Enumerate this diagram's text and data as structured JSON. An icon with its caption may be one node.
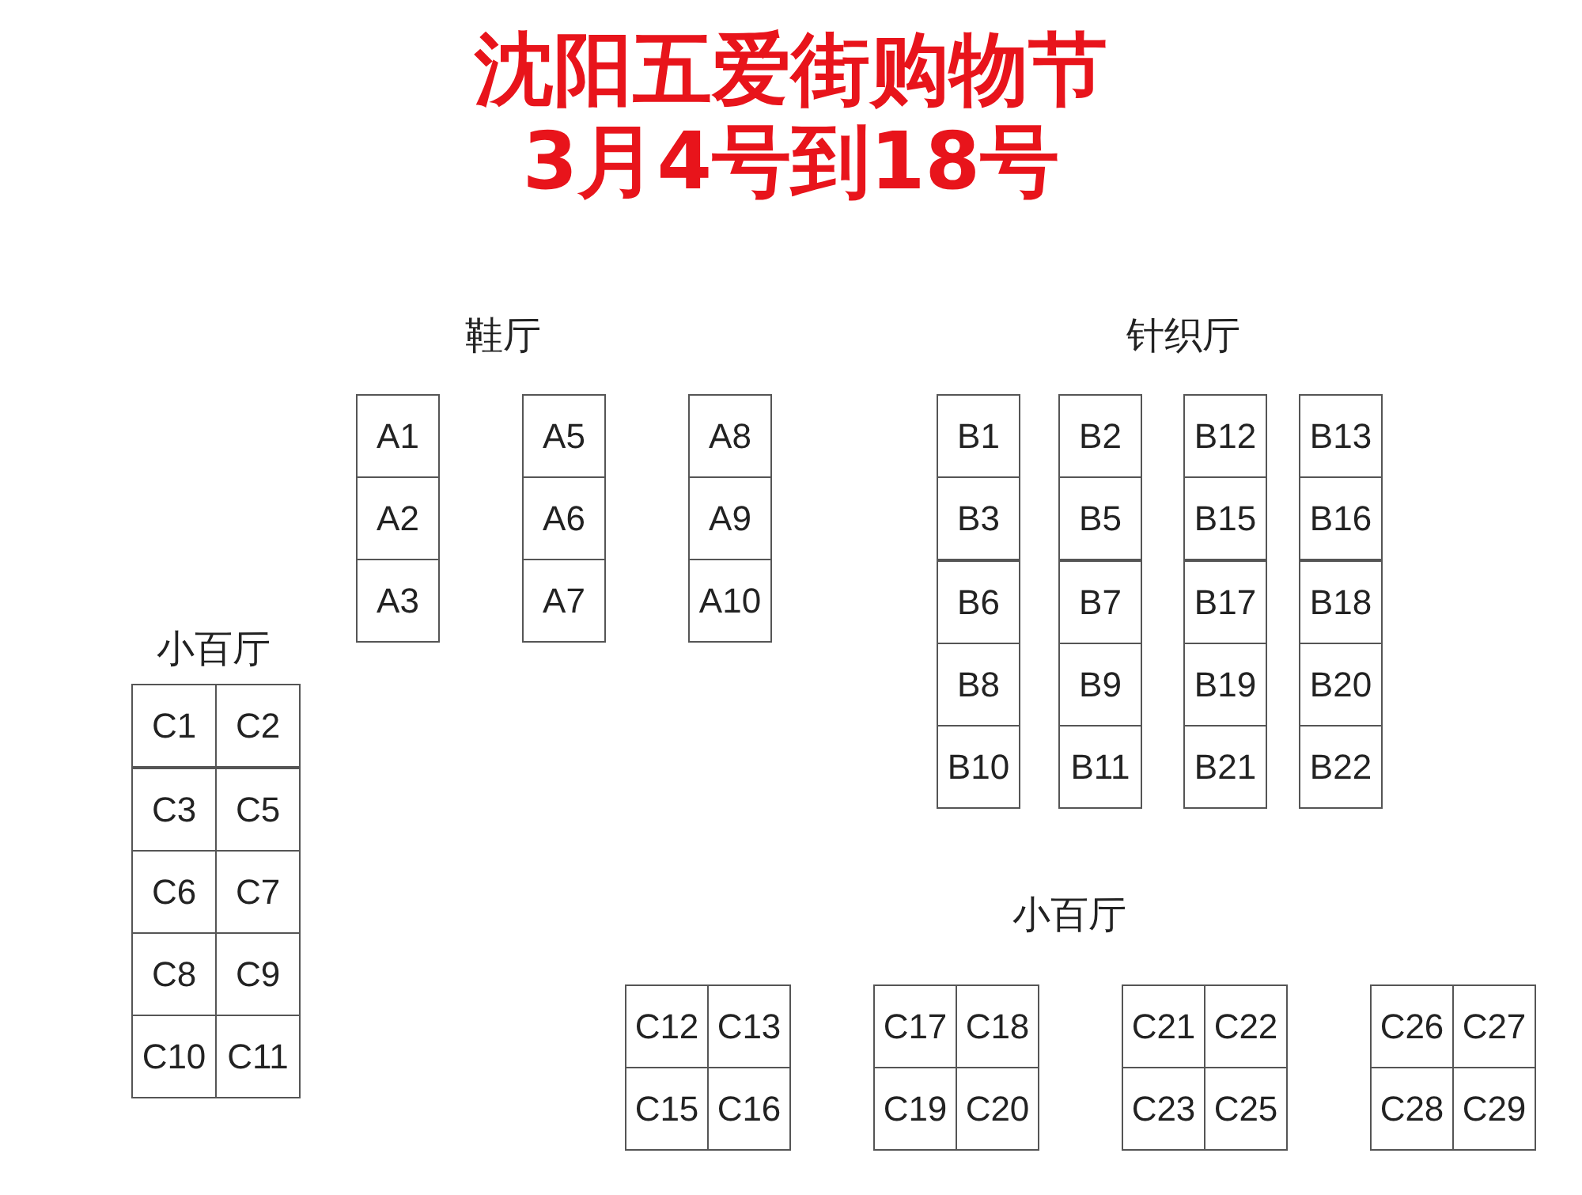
{
  "diagram": {
    "title": "沈阳五爱街购物节",
    "nodes": [
      {
        "text": [
          "A1"
        ]
      },
      {
        "text": [
          "A2"
        ]
      },
      {
        "text": [
          "A3"
        ]
      },
      {
        "text": [
          "A5"
        ]
      },
      {
        "text": [
          "A6"
        ]
      },
      {
        "text": [
          "A7"
        ]
      },
      {
        "text": [
          "A8"
        ]
      },
      {
        "text": [
          "A9"
        ]
      },
      {
        "text": [
          "A10"
        ]
      },
      {
        "text": [
          "B1"
        ]
      },
      {
        "text": [
          "B3"
        ]
      },
      {
        "text": [
          "B6"
        ]
      },
      {
        "text": [
          "B8"
        ]
      },
      {
        "text": [
          "B10"
        ]
      },
      {
        "text": [
          "B2"
        ]
      },
      {
        "text": [
          "B5"
        ]
      },
      {
        "text": [
          "B7"
        ]
      },
      {
        "text": [
          "B9"
        ]
      },
      {
        "text": [
          "B11"
        ]
      },
      {
        "text": [
          "B12"
        ]
      },
      {
        "text": [
          "B15"
        ]
      },
      {
        "text": [
          "B17"
        ]
      },
      {
        "text": [
          "B19"
        ]
      },
      {
        "text": [
          "B21"
        ]
      },
      {
        "text": [
          "B13"
        ]
      },
      {
        "text": [
          "B16"
        ]
      },
      {
        "text": [
          "B18"
        ]
      },
      {
        "text": [
          "B20"
        ]
      },
      {
        "text": [
          "B22"
        ]
      },
      {
        "text": [
          "C1"
        ]
      },
      {
        "text": [
          "C2"
        ]
      },
      {
        "text": [
          "C3"
        ]
      },
      {
        "text": [
          "C5"
        ]
      },
      {
        "text": [
          "C6"
        ]
      },
      {
        "text": [
          "C7"
        ]
      },
      {
        "text": [
          "C8"
        ]
      },
      {
        "text": [
          "C9"
        ]
      },
      {
        "text": [
          "C10"
        ]
      },
      {
        "text": [
          "C11"
        ]
      },
      {
        "text": [
          "C12"
        ]
      },
      {
        "text": [
          "C13"
        ]
      },
      {
        "text": [
          "C15"
        ]
      },
      {
        "text": [
          "C16"
        ]
      },
      {
        "text": [
          "C17"
        ]
      },
      {
        "text": [
          "C18"
        ]
      },
      {
        "text": [
          "C19"
        ]
      },
      {
        "text": [
          "C20"
        ]
      },
      {
        "text": [
          "C21"
        ]
      },
      {
        "text": [
          "C22"
        ]
      },
      {
        "text": [
          "C23"
        ]
      },
      {
        "text": [
          "C25"
        ]
      },
      {
        "text": [
          "C26"
        ]
      },
      {
        "text": [
          "C27"
        ]
      },
      {
        "text": [
          "C28"
        ]
      },
      {
        "text": [
          "C29"
        ]
      }
    ],
    "labels": [
      "3月4号到18号",
      "鞋厅",
      "针织厅",
      "小百厅",
      "小百厅"
    ]
  }
}
